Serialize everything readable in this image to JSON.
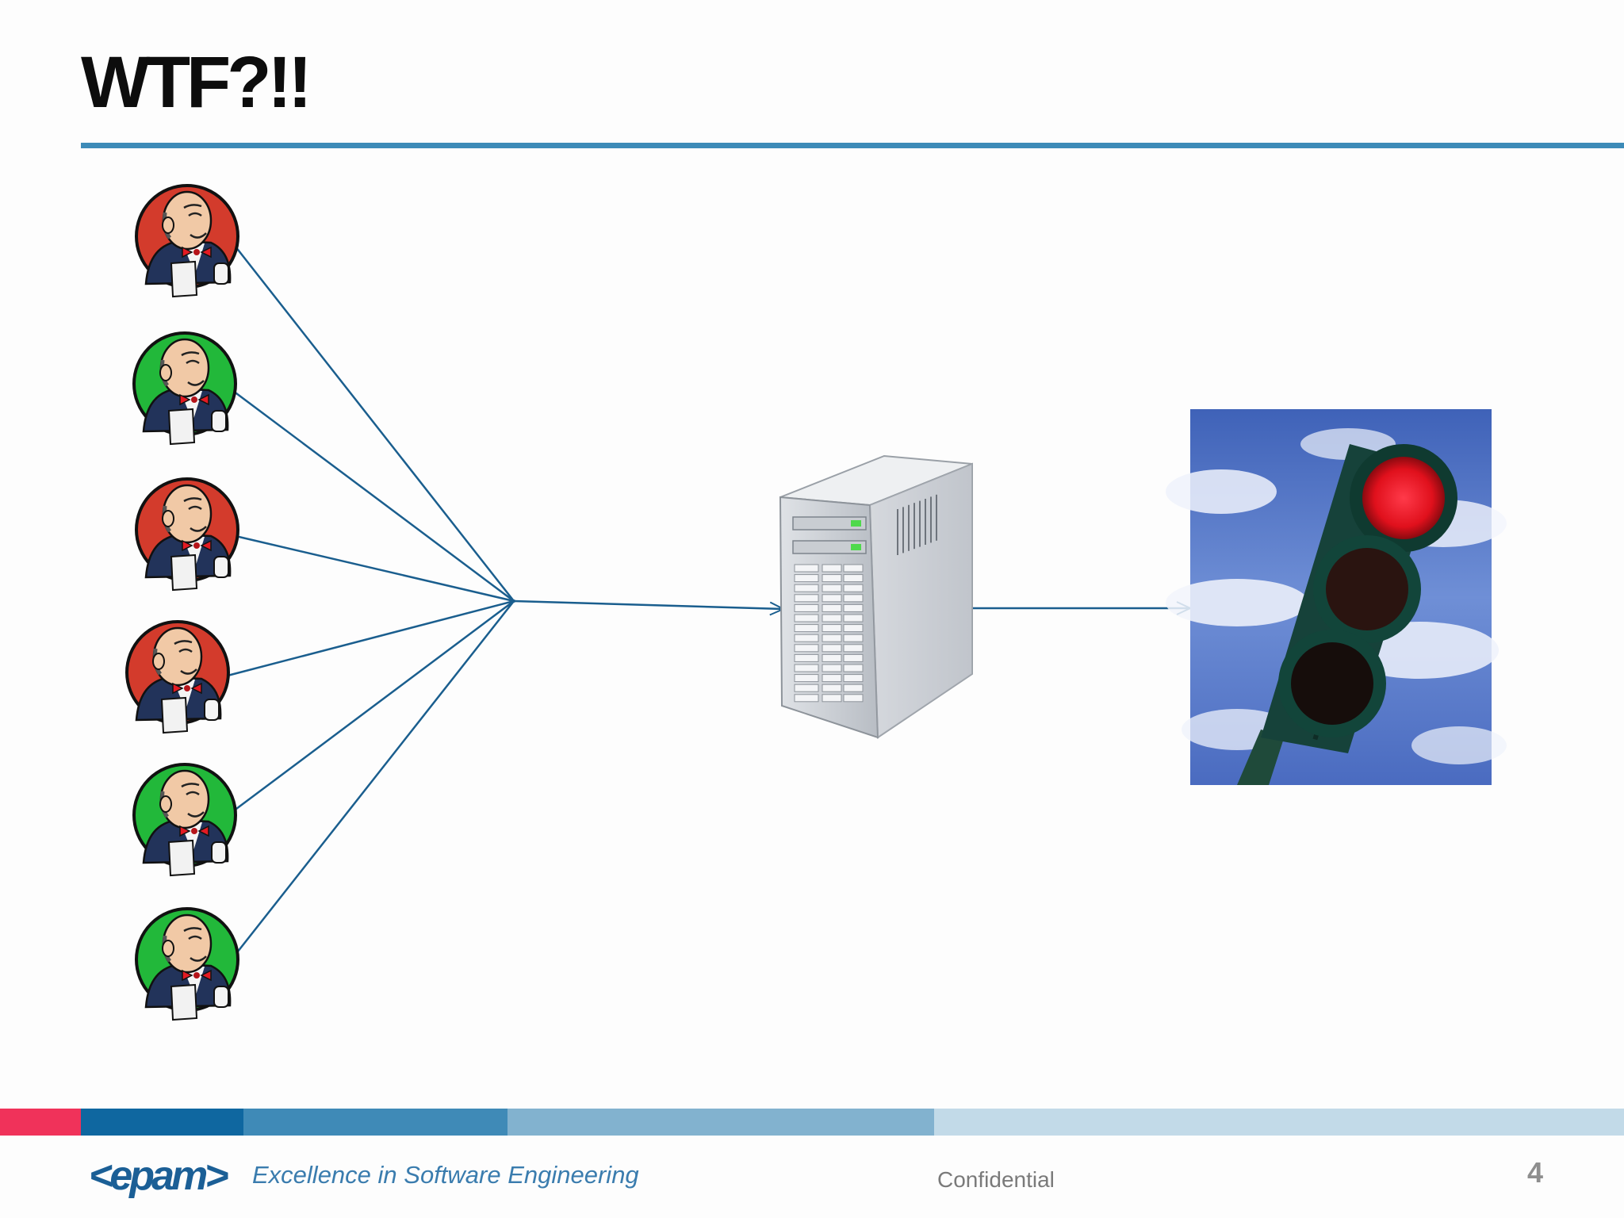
{
  "slide": {
    "title": "WTF?!!",
    "footer": {
      "tagline": "Excellence in Software Engineering",
      "confidential": "Confidential",
      "page_number": "4",
      "logo_text": "<epam>"
    }
  },
  "diagram": {
    "jenkins_nodes": [
      {
        "status": "failed",
        "color": "#d33b2c"
      },
      {
        "status": "passed",
        "color": "#22b83a"
      },
      {
        "status": "failed",
        "color": "#d33b2c"
      },
      {
        "status": "failed",
        "color": "#d33b2c"
      },
      {
        "status": "passed",
        "color": "#22b83a"
      },
      {
        "status": "passed",
        "color": "#22b83a"
      }
    ],
    "hub_icon": "junction-point",
    "server_icon": "server-tower-icon",
    "light_icon": "traffic-light-icon",
    "traffic_light_state": "red",
    "line_color": "#1a5e8e"
  },
  "colors": {
    "accent": "#3d8bb8",
    "footer_bars": [
      "#f0325a",
      "#0f67a0",
      "#3f8ab7",
      "#82b2cf",
      "#c2dae8"
    ]
  }
}
